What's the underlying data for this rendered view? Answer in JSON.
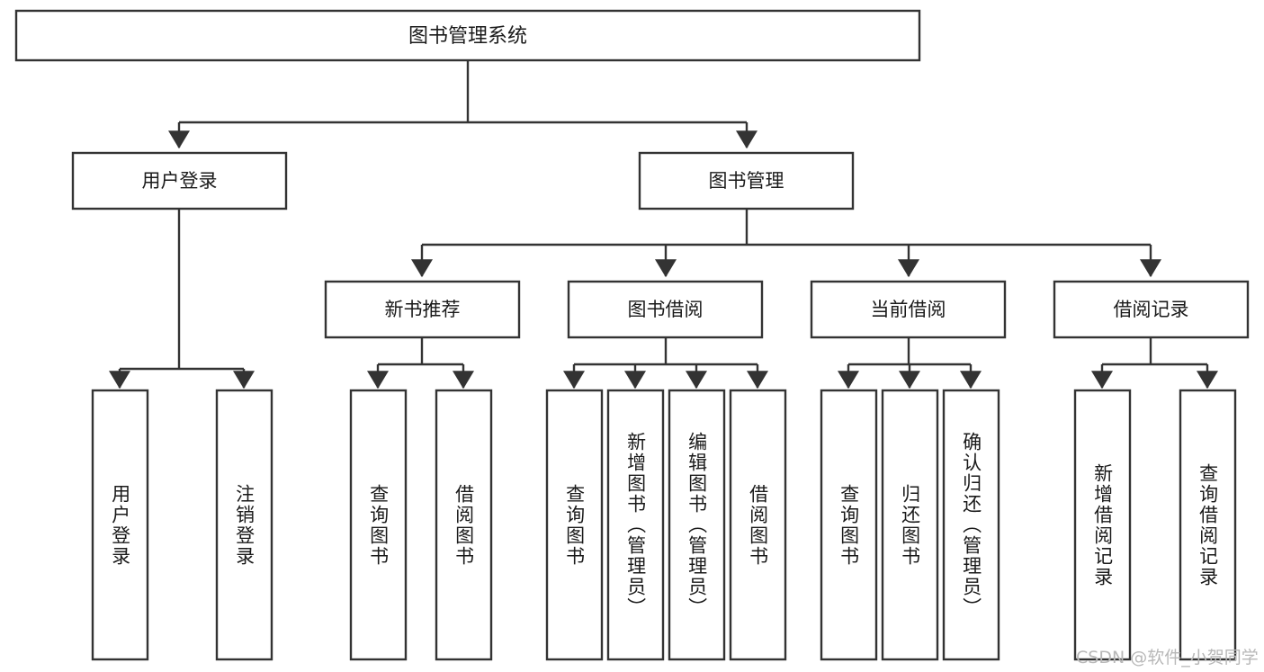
{
  "diagram": {
    "title": "图书管理系统",
    "type": "tree-hierarchy",
    "orientation": "top-down",
    "colors": {
      "box_stroke": "#333333",
      "box_fill": "#ffffff",
      "text": "#1a1a1a",
      "canvas": "#ffffff",
      "watermark": "#b8b8b8"
    },
    "root": {
      "label": "图书管理系统"
    },
    "level2": [
      {
        "id": "user-login",
        "label": "用户登录"
      },
      {
        "id": "book-manage",
        "label": "图书管理"
      }
    ],
    "level3": [
      {
        "id": "new-book-recommend",
        "label": "新书推荐",
        "parent": "book-manage"
      },
      {
        "id": "book-borrow",
        "label": "图书借阅",
        "parent": "book-manage"
      },
      {
        "id": "current-borrow",
        "label": "当前借阅",
        "parent": "book-manage"
      },
      {
        "id": "borrow-record",
        "label": "借阅记录",
        "parent": "book-manage"
      }
    ],
    "leaves": {
      "user-login": [
        {
          "id": "leaf-user-login",
          "label": "用户登录"
        },
        {
          "id": "leaf-user-logout",
          "label": "注销登录"
        }
      ],
      "new-book-recommend": [
        {
          "id": "leaf-query-book-1",
          "label": "查询图书"
        },
        {
          "id": "leaf-borrow-book-1",
          "label": "借阅图书"
        }
      ],
      "book-borrow": [
        {
          "id": "leaf-query-book-2",
          "label": "查询图书"
        },
        {
          "id": "leaf-add-book",
          "label": "新增图书（管理员）"
        },
        {
          "id": "leaf-edit-book",
          "label": "编辑图书（管理员）"
        },
        {
          "id": "leaf-borrow-book-2",
          "label": "借阅图书"
        }
      ],
      "current-borrow": [
        {
          "id": "leaf-query-book-3",
          "label": "查询图书"
        },
        {
          "id": "leaf-return-book",
          "label": "归还图书"
        },
        {
          "id": "leaf-confirm-return",
          "label": "确认归还（管理员）"
        }
      ],
      "borrow-record": [
        {
          "id": "leaf-add-record",
          "label": "新增借阅记录"
        },
        {
          "id": "leaf-query-record",
          "label": "查询借阅记录"
        }
      ]
    }
  },
  "watermark": {
    "text": "CSDN @软件_小贺同学"
  }
}
